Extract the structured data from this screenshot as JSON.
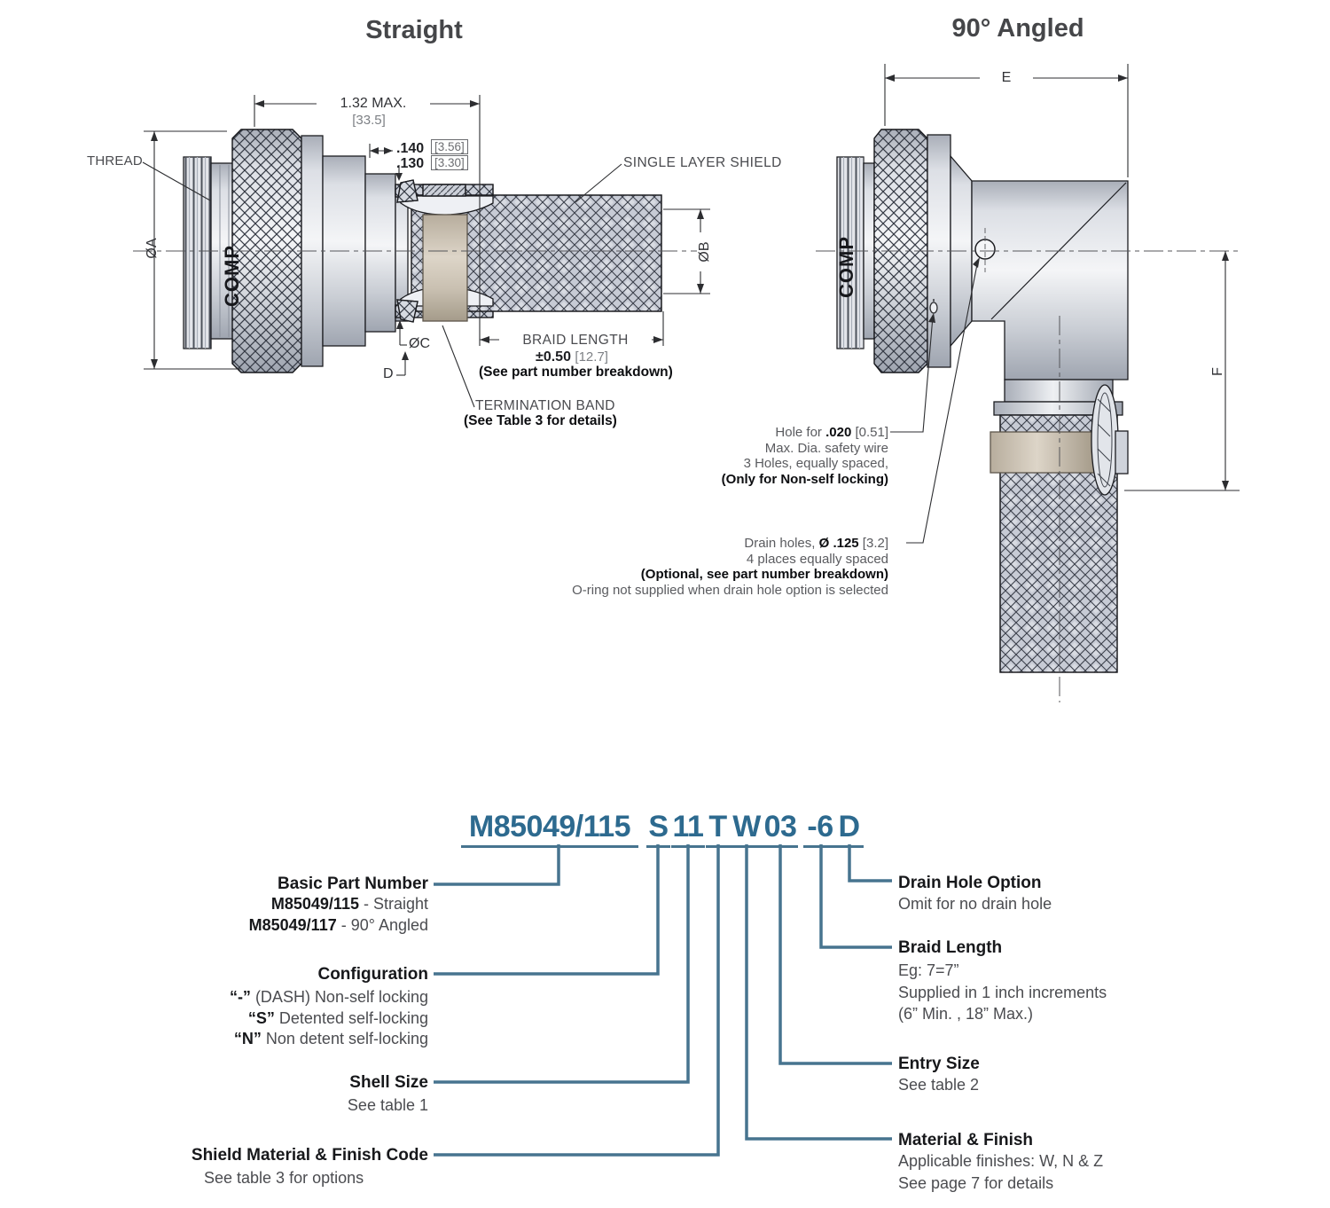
{
  "titles": {
    "straight": "Straight",
    "angled": "90° Angled"
  },
  "straight": {
    "thread": "THREAD",
    "len": "1.32 MAX.",
    "len_mm": "[33.5]",
    "lip1": ".140",
    "lip1_mm": "[3.56]",
    "lip2": ".130",
    "lip2_mm": "[3.30]",
    "shield": "SINGLE LAYER SHIELD",
    "dia_a": "ØA",
    "dia_b": "ØB",
    "dia_c": "ØC",
    "dim_d": "D",
    "braid_len": "BRAID LENGTH",
    "braid_tol": "±0.50",
    "braid_tol_mm": "[12.7]",
    "braid_note": "(See part number breakdown)",
    "band": "TERMINATION BAND",
    "band_note": "(See Table 3 for details)",
    "comp": "COMP"
  },
  "angled": {
    "dim_e": "E",
    "dim_f": "F",
    "comp": "COMP",
    "hole_pre": "Hole for ",
    "hole_bold": ".020",
    "hole_post": " [0.51]",
    "hole_l2": "Max. Dia. safety wire",
    "hole_l3": "3 Holes, equally spaced,",
    "hole_l4": "(Only for Non-self locking)",
    "drain_pre": "Drain holes, ",
    "drain_bold": "Ø .125",
    "drain_post": " [3.2]",
    "drain_l2": "4 places equally spaced",
    "drain_l3": "(Optional, see part number breakdown)",
    "drain_l4": "O-ring not supplied when drain hole option is selected"
  },
  "part_number": {
    "segments": [
      "M85049/115",
      "S",
      "11",
      "T",
      "W",
      "03",
      "-6",
      "D"
    ]
  },
  "left_blocks": [
    {
      "title": "Basic Part Number",
      "lines": [
        {
          "b": "M85049/115",
          "r": " - Straight"
        },
        {
          "b": "M85049/117",
          "r": " - 90° Angled"
        }
      ]
    },
    {
      "title": "Configuration",
      "lines": [
        {
          "b": "“-”",
          "r": " (DASH) Non-self locking"
        },
        {
          "b": "“S”",
          "r": " Detented self-locking"
        },
        {
          "b": "“N”",
          "r": " Non detent self-locking"
        }
      ]
    },
    {
      "title": "Shell Size",
      "lines": [
        {
          "b": "",
          "r": "See table 1"
        }
      ]
    },
    {
      "title": "Shield Material & Finish Code",
      "lines": [
        {
          "b": "",
          "r": "See table 3 for options"
        }
      ]
    }
  ],
  "right_blocks": [
    {
      "title": "Drain Hole Option",
      "lines": [
        "Omit for no drain hole",
        "",
        ""
      ]
    },
    {
      "title": "Braid Length",
      "lines": [
        "Eg: 7=7”",
        "Supplied in 1 inch increments",
        "(6” Min. , 18” Max.)"
      ]
    },
    {
      "title": "Entry Size",
      "lines": [
        "See table 2",
        "",
        ""
      ]
    },
    {
      "title": "Material & Finish",
      "lines": [
        "Applicable finishes: W, N & Z",
        "See page 7 for details",
        ""
      ]
    }
  ],
  "colors": {
    "part_number_blue": "#2d6a8f",
    "connector_line_blue": "#47748f",
    "oring_blue": "#5b87b8",
    "termination_band_beige": "#c5bbac"
  }
}
